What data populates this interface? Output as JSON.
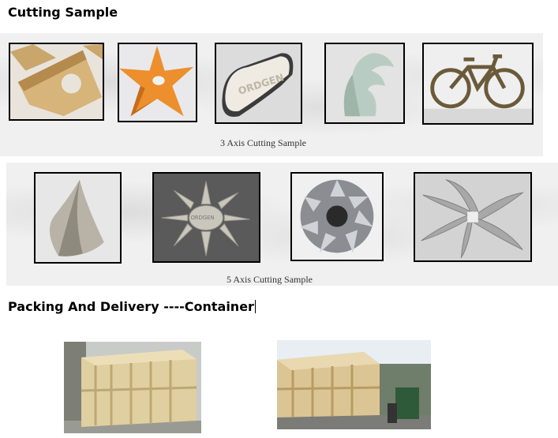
{
  "headings": {
    "cutting": "Cutting Sample",
    "packing": "Packing And Delivery ----Container"
  },
  "captions": {
    "three_axis": "3 Axis Cutting Sample",
    "five_axis": "5 Axis Cutting Sample"
  },
  "sample_logo_text": "ORDGEN"
}
